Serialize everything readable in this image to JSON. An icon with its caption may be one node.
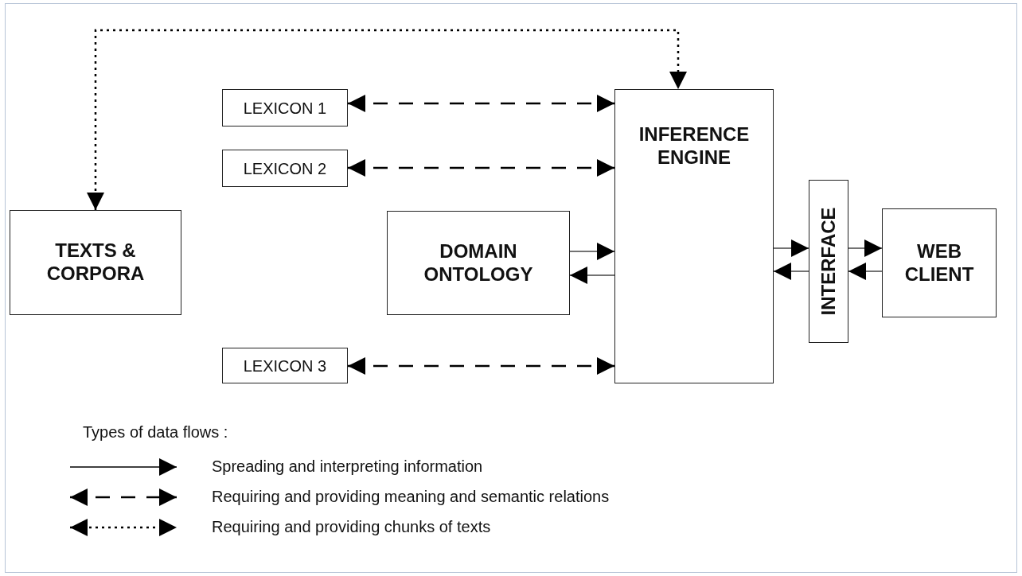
{
  "diagram": {
    "nodes": [
      {
        "text": [
          "TEXTS & CORPORA"
        ]
      },
      {
        "text": [
          "LEXICON 1"
        ]
      },
      {
        "text": [
          "LEXICON 2"
        ]
      },
      {
        "text": [
          "DOMAIN ONTOLOGY"
        ]
      },
      {
        "text": [
          "LEXICON 3"
        ]
      },
      {
        "text": [
          "INFERENCE ENGINE"
        ]
      },
      {
        "text": [
          "INTERFACE"
        ]
      },
      {
        "text": [
          "WEB CLIENT"
        ]
      }
    ],
    "edges": [
      {
        "from": 0,
        "to": 5,
        "arrow": "both",
        "style": "dashed"
      },
      {
        "from": 1,
        "to": 5,
        "arrow": "both",
        "style": "dashed"
      },
      {
        "from": 2,
        "to": 5,
        "arrow": "both",
        "style": "dashed"
      },
      {
        "from": 4,
        "to": 5,
        "arrow": "both",
        "style": "dashed"
      },
      {
        "from": 3,
        "to": 5,
        "arrow": "to"
      },
      {
        "from": 5,
        "to": 3,
        "arrow": "to"
      },
      {
        "from": 5,
        "to": 6,
        "arrow": "to"
      },
      {
        "from": 6,
        "to": 5,
        "arrow": "to"
      },
      {
        "from": 6,
        "to": 7,
        "arrow": "to"
      },
      {
        "from": 7,
        "to": 6,
        "arrow": "to"
      }
    ],
    "labels": [
      "Types of data flows :"
    ],
    "legend": [
      {
        "text": "Spreading and interpreting information"
      },
      {
        "text": "Requiring and providing meaning and semantic relations"
      },
      {
        "text": "Requiring and providing chunks of texts"
      }
    ]
  }
}
